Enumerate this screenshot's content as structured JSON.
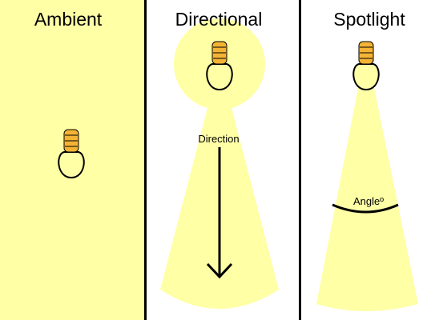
{
  "panels": [
    {
      "title": "Ambient"
    },
    {
      "title": "Directional",
      "direction_label": "Direction"
    },
    {
      "title": "Spotlight",
      "angle_label": "Angleº"
    }
  ],
  "colors": {
    "light_fill": "#ffffa6",
    "bulb_glass": "#ffffa6",
    "bulb_base": "#f5b335",
    "divider": "#000000",
    "stroke": "#000000",
    "background": "#ffffff"
  },
  "icons": [
    "light-bulb-icon",
    "arrow-down-icon"
  ]
}
